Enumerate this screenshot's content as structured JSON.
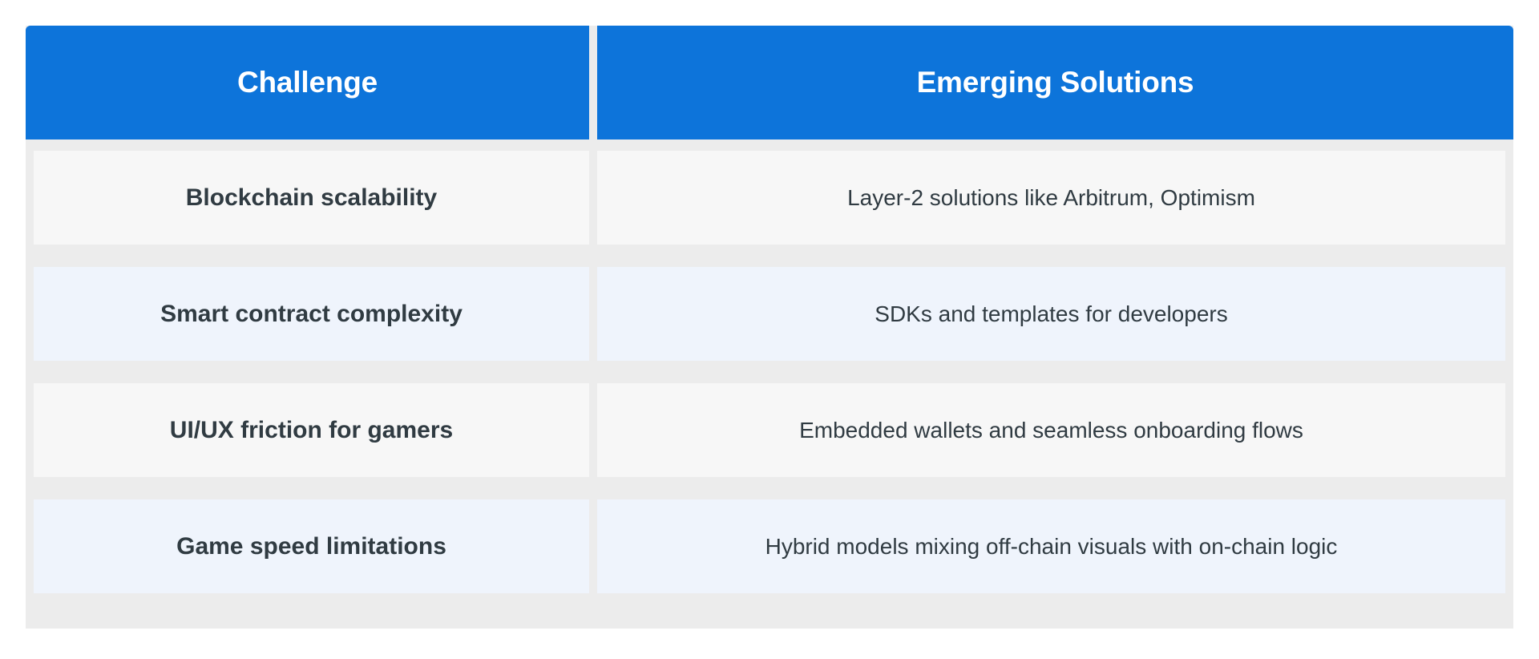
{
  "table": {
    "columns": [
      {
        "key": "challenge",
        "label": "Challenge"
      },
      {
        "key": "solution",
        "label": "Emerging Solutions"
      }
    ],
    "rows": [
      {
        "challenge": "Blockchain scalability",
        "solution": "Layer-2 solutions like Arbitrum, Optimism"
      },
      {
        "challenge": "Smart contract complexity",
        "solution": "SDKs and templates for developers"
      },
      {
        "challenge": "UI/UX friction for gamers",
        "solution": "Embedded wallets and seamless onboarding flows"
      },
      {
        "challenge": "Game speed limitations",
        "solution": "Hybrid models mixing off-chain visuals with on-chain logic"
      }
    ]
  },
  "colors": {
    "header_background": "#0d74da",
    "header_text": "#ffffff",
    "row_light": "#f7f7f7",
    "row_tint": "#eff4fc",
    "frame": "#ececec",
    "body_text": "#303b42",
    "page_background": "#ffffff"
  }
}
